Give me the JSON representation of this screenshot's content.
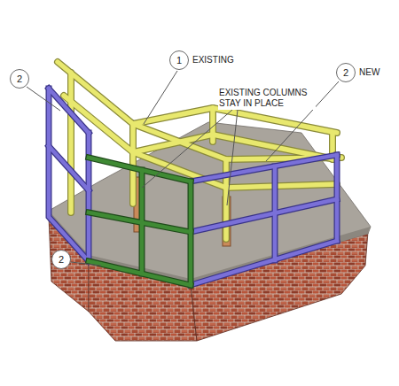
{
  "diagram": {
    "nodes": [
      {
        "text": [
          "2"
        ]
      },
      {
        "text": [
          "1",
          "EXISTING"
        ]
      },
      {
        "text": [
          "2",
          "NEW"
        ]
      },
      {
        "text": [
          "2"
        ]
      }
    ],
    "labels": [
      "EXISTING COLUMNS STAY IN PLACE"
    ]
  }
}
